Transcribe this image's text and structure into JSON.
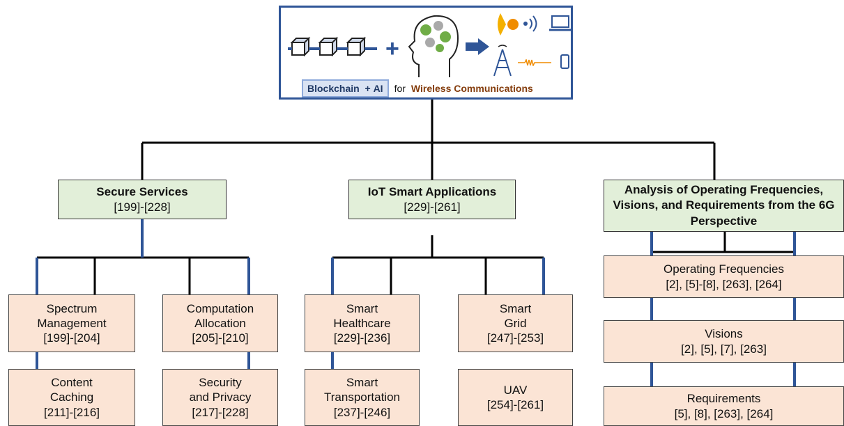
{
  "header": {
    "blockchain": "Blockchain",
    "plus": "+",
    "ai": "AI",
    "for": "for",
    "wireless": "Wireless Communications",
    "icons": [
      "blockchain-chain-icon",
      "plus-icon",
      "ai-brain-gears-icon",
      "arrow-right-icon",
      "satellite-dish-icon",
      "wifi-signal-icon",
      "laptop-icon",
      "cell-tower-icon",
      "signal-wave-icon",
      "phone-icon"
    ]
  },
  "categories": {
    "secure": {
      "title": "Secure Services",
      "refs": "[199]-[228]"
    },
    "iot": {
      "title": "IoT Smart Applications",
      "refs": "[229]-[261]"
    },
    "analysis": {
      "title": "Analysis of Operating Frequencies, Visions, and Requirements from the 6G Perspective"
    }
  },
  "leaves": {
    "spectrum": {
      "line1": "Spectrum",
      "line2": "Management",
      "refs": "[199]-[204]"
    },
    "computation": {
      "line1": "Computation",
      "line2": "Allocation",
      "refs": "[205]-[210]"
    },
    "content": {
      "line1": "Content",
      "line2": "Caching",
      "refs": "[211]-[216]"
    },
    "security": {
      "line1": "Security",
      "line2": "and Privacy",
      "refs": "[217]-[228]"
    },
    "healthcare": {
      "line1": "Smart",
      "line2": "Healthcare",
      "refs": "[229]-[236]"
    },
    "grid": {
      "line1": "Smart",
      "line2": "Grid",
      "refs": "[247]-[253]"
    },
    "transportation": {
      "line1": "Smart",
      "line2": "Transportation",
      "refs": "[237]-[246]"
    },
    "uav": {
      "line1": "UAV",
      "refs": "[254]-[261]"
    },
    "frequencies": {
      "line1": "Operating Frequencies",
      "refs": "[2], [5]-[8], [263], [264]"
    },
    "visions": {
      "line1": "Visions",
      "refs": "[2], [5], [7], [263]"
    },
    "requirements": {
      "line1": "Requirements",
      "refs": "[5], [8], [263], [264]"
    }
  },
  "colors": {
    "header_border": "#2f5597",
    "category_fill": "#e2efd9",
    "leaf_fill": "#fbe4d5",
    "blue_connector": "#2f5597",
    "black_connector": "#000000",
    "wireless_text": "#843c0c",
    "blockchain_text": "#1f3864"
  }
}
